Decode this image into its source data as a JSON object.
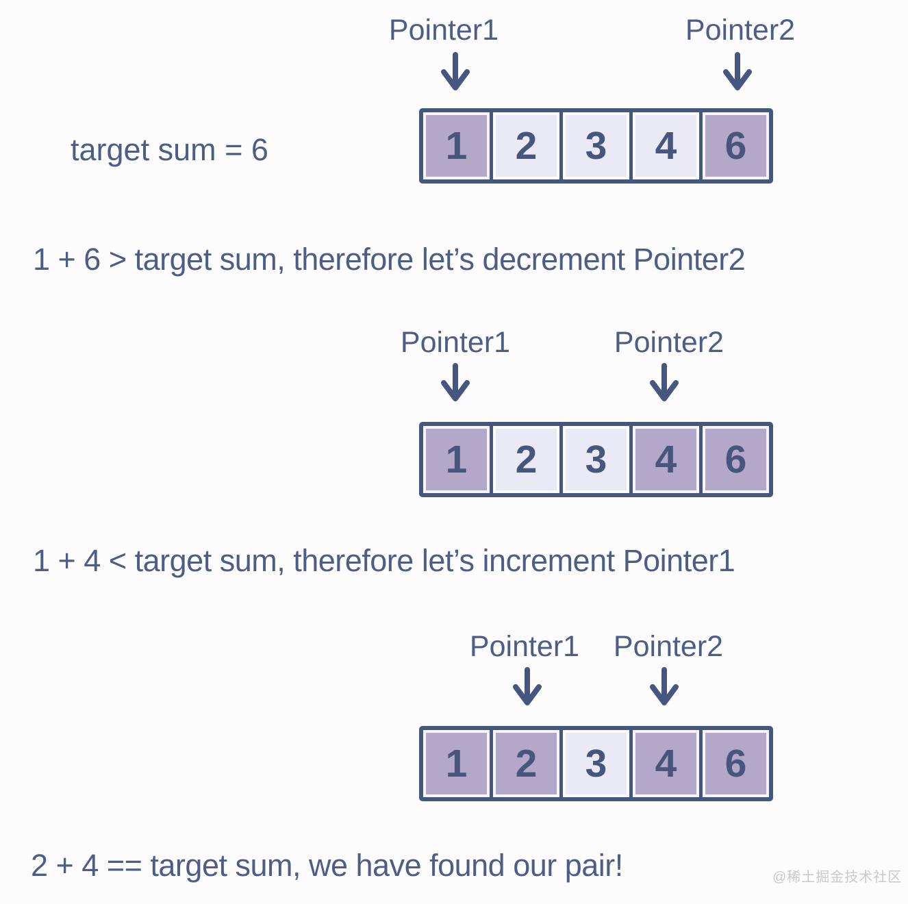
{
  "colors": {
    "bg": "#fcfcfc",
    "ink": "#4d5d85",
    "border": "#45577d",
    "dark_cell": "#b3a8c9",
    "light_cell": "#eaeaf7",
    "number": "#47567a",
    "watermark": "#c9c9c9"
  },
  "target_label": "target sum = 6",
  "watermark": "@稀土掘金技术社区",
  "diagrams": [
    {
      "pointer1": "Pointer1",
      "pointer2": "Pointer2",
      "cells": [
        {
          "value": "1",
          "state": "dark"
        },
        {
          "value": "2",
          "state": "light"
        },
        {
          "value": "3",
          "state": "light"
        },
        {
          "value": "4",
          "state": "light"
        },
        {
          "value": "6",
          "state": "dark"
        }
      ]
    },
    {
      "pointer1": "Pointer1",
      "pointer2": "Pointer2",
      "cells": [
        {
          "value": "1",
          "state": "dark"
        },
        {
          "value": "2",
          "state": "light"
        },
        {
          "value": "3",
          "state": "light"
        },
        {
          "value": "4",
          "state": "dark"
        },
        {
          "value": "6",
          "state": "dark"
        }
      ]
    },
    {
      "pointer1": "Pointer1",
      "pointer2": "Pointer2",
      "cells": [
        {
          "value": "1",
          "state": "dark"
        },
        {
          "value": "2",
          "state": "dark"
        },
        {
          "value": "3",
          "state": "light"
        },
        {
          "value": "4",
          "state": "dark"
        },
        {
          "value": "6",
          "state": "dark"
        }
      ]
    }
  ],
  "captions": [
    "1 + 6 > target sum, therefore let’s decrement Pointer2",
    "1 + 4 < target sum, therefore let’s increment Pointer1",
    "2 + 4 == target sum, we have found our pair!"
  ]
}
